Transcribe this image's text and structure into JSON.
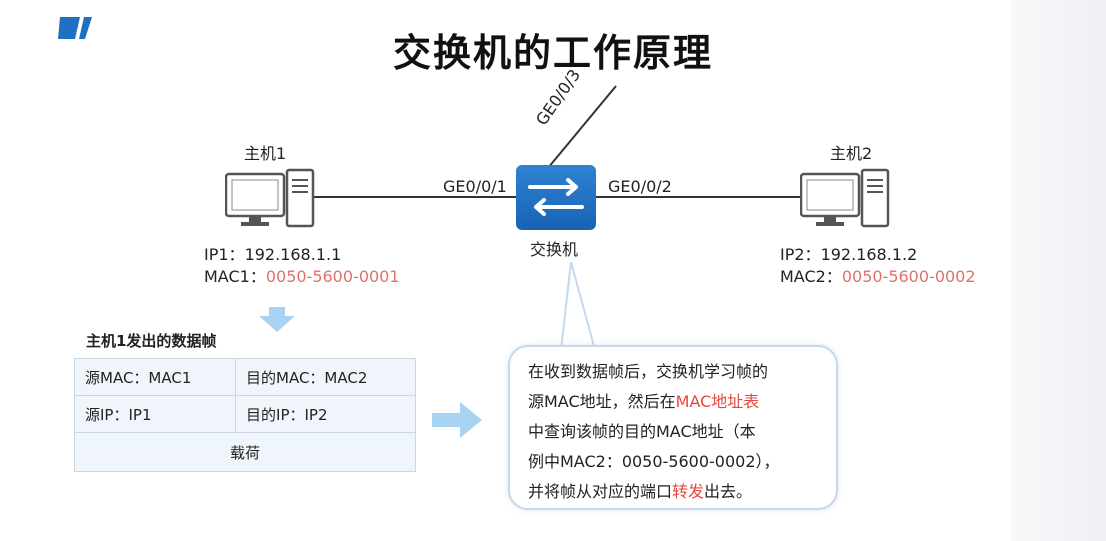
{
  "title": "交换机的工作原理",
  "hosts": [
    {
      "name": "主机1",
      "ip_label": "IP1：",
      "ip": "192.168.1.1",
      "mac_label": "MAC1：",
      "mac": "0050-5600-0001"
    },
    {
      "name": "主机2",
      "ip_label": "IP2：",
      "ip": "192.168.1.2",
      "mac_label": "MAC2：",
      "mac": "0050-5600-0002"
    }
  ],
  "switch": {
    "label": "交换机"
  },
  "ports": {
    "p1": "GE0/0/1",
    "p2": "GE0/0/2",
    "p3": "GE0/0/3"
  },
  "frame": {
    "title": "主机1发出的数据帧",
    "src_mac": "源MAC：MAC1",
    "dst_mac": "目的MAC：MAC2",
    "src_ip": "源IP：IP1",
    "dst_ip": "目的IP：IP2",
    "payload": "载荷"
  },
  "callout": {
    "line1": "在收到数据帧后，交换机学习帧的",
    "line2_a": "源MAC地址，然后在",
    "line2_hl": "MAC地址表",
    "line3": "中查询该帧的目的MAC地址（本",
    "line4": "例中MAC2：0050-5600-0002），",
    "line5_a": "并将帧从对应的端口",
    "line5_hl": "转发",
    "line5_b": "出去。"
  },
  "colors": {
    "accent": "#1f6fc4",
    "highlight": "#e8473c",
    "mac": "#e0726a"
  }
}
